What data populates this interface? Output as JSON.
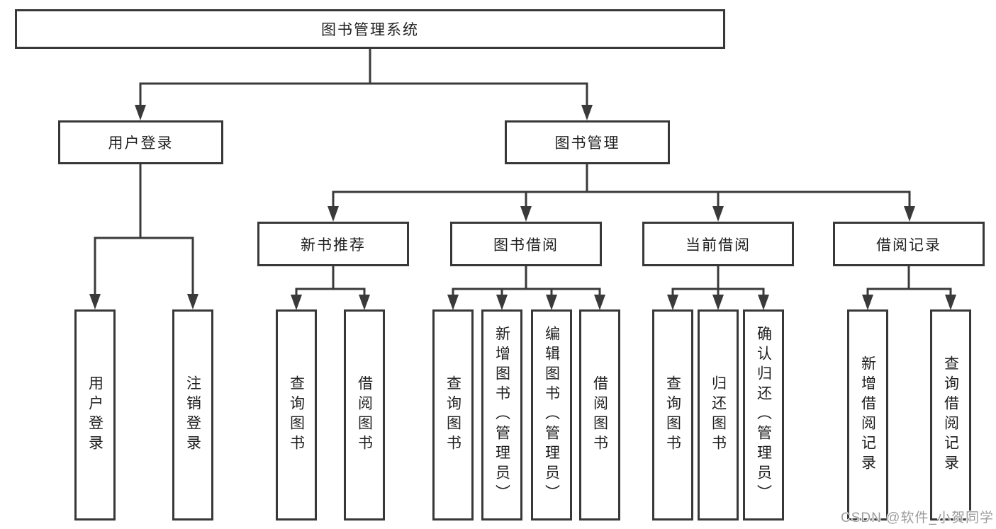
{
  "colors": {
    "line": "#3a3a3a",
    "box_border": "#383838",
    "box_background": "#ffffff",
    "text": "#1f1f1f",
    "watermark": "#9c9c9c"
  },
  "diagram": {
    "root": {
      "label": "图书管理系统"
    },
    "branches": {
      "user_login": {
        "label": "用户登录"
      },
      "book_management": {
        "label": "图书管理"
      }
    },
    "modules": {
      "new_book_recommend": {
        "label": "新书推荐"
      },
      "book_borrow": {
        "label": "图书借阅"
      },
      "current_borrow": {
        "label": "当前借阅"
      },
      "borrow_records": {
        "label": "借阅记录"
      }
    },
    "leaves": {
      "user_login": {
        "label": "用户登录"
      },
      "logout": {
        "label": "注销登录"
      },
      "recommend_query_book": {
        "label": "查询图书"
      },
      "recommend_borrow_book": {
        "label": "借阅图书"
      },
      "borrow_query_book": {
        "label": "查询图书"
      },
      "borrow_add_book_admin": {
        "label": "新增图书（管理员）"
      },
      "borrow_edit_book_admin": {
        "label": "编辑图书（管理员）"
      },
      "borrow_borrow_book": {
        "label": "借阅图书"
      },
      "current_query_book": {
        "label": "查询图书"
      },
      "current_return_book": {
        "label": "归还图书"
      },
      "current_confirm_return_admin": {
        "label": "确认归还（管理员）"
      },
      "records_add_record": {
        "label": "新增借阅记录"
      },
      "records_query_record": {
        "label": "查询借阅记录"
      }
    }
  },
  "watermark": {
    "text": "CSDN @软件_小贺同学"
  }
}
